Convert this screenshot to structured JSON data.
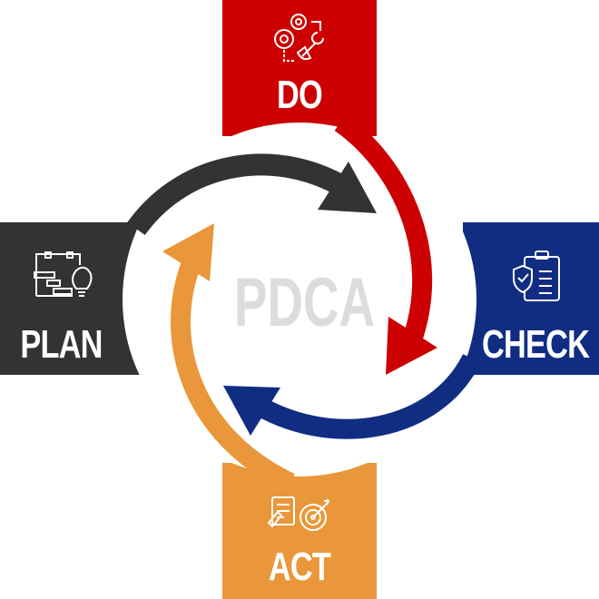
{
  "title": "PDCA",
  "stages": {
    "plan": {
      "label": "PLAN",
      "icon": "gantt-lightbulb-icon",
      "color": "#333333"
    },
    "do": {
      "label": "DO",
      "icon": "gears-wrench-icon",
      "color": "#cc0000"
    },
    "check": {
      "label": "CHECK",
      "icon": "clipboard-shield-icon",
      "color": "#112d82"
    },
    "act": {
      "label": "ACT",
      "icon": "target-document-icon",
      "color": "#e9973a"
    }
  }
}
